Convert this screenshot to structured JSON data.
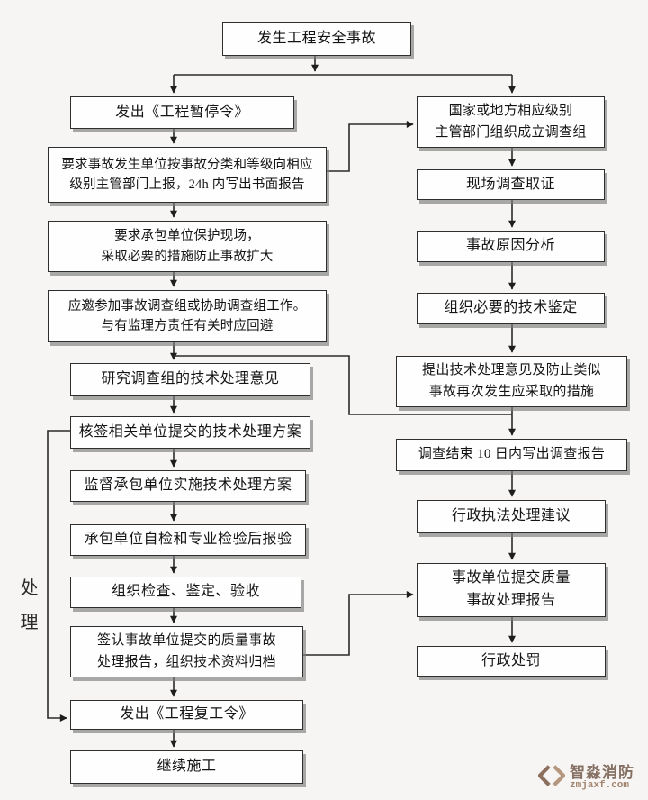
{
  "flowchart": {
    "start": {
      "label": "发生工程安全事故"
    },
    "left_branch": {
      "steps": [
        {
          "label": "发出《工程暂停令》"
        },
        {
          "label": "要求事故发生单位按事故分类和等级向相应\n级别主管部门上报，24h 内写出书面报告"
        },
        {
          "label": "要求承包单位保护现场，\n采取必要的措施防止事故扩大"
        },
        {
          "label": "应邀参加事故调查组或协助调查组工作。\n与有监理方责任有关时应回避"
        },
        {
          "label": "研究调查组的技术处理意见"
        },
        {
          "label": "核签相关单位提交的技术处理方案"
        },
        {
          "label": "监督承包单位实施技术处理方案"
        },
        {
          "label": "承包单位自检和专业检验后报验"
        },
        {
          "label": "组织检查、鉴定、验收"
        },
        {
          "label": "签认事故单位提交的质量事故\n处理报告，组织技术资料归档"
        },
        {
          "label": "发出《工程复工令》"
        },
        {
          "label": "继续施工"
        }
      ]
    },
    "right_branch": {
      "steps": [
        {
          "label": "国家或地方相应级别\n主管部门组织成立调查组"
        },
        {
          "label": "现场调查取证"
        },
        {
          "label": "事故原因分析"
        },
        {
          "label": "组织必要的技术鉴定"
        },
        {
          "label": "提出技术处理意见及防止类似\n事故再次发生应采取的措施"
        },
        {
          "label": "调查结束 10 日内写出调查报告"
        },
        {
          "label": "行政执法处理建议"
        },
        {
          "label": "事故单位提交质量\n事故处理报告"
        },
        {
          "label": "行政处罚"
        }
      ]
    },
    "side_label": "处\n理"
  },
  "watermark": {
    "brand": "智淼消防",
    "domain": "zmjaxf.com"
  },
  "colors": {
    "line": "#2b2b2b",
    "box_border": "#2e2e2e",
    "watermark_brand": "#857063",
    "watermark_accent_dark": "#8c6f5d",
    "watermark_accent_light": "#b5967f"
  }
}
